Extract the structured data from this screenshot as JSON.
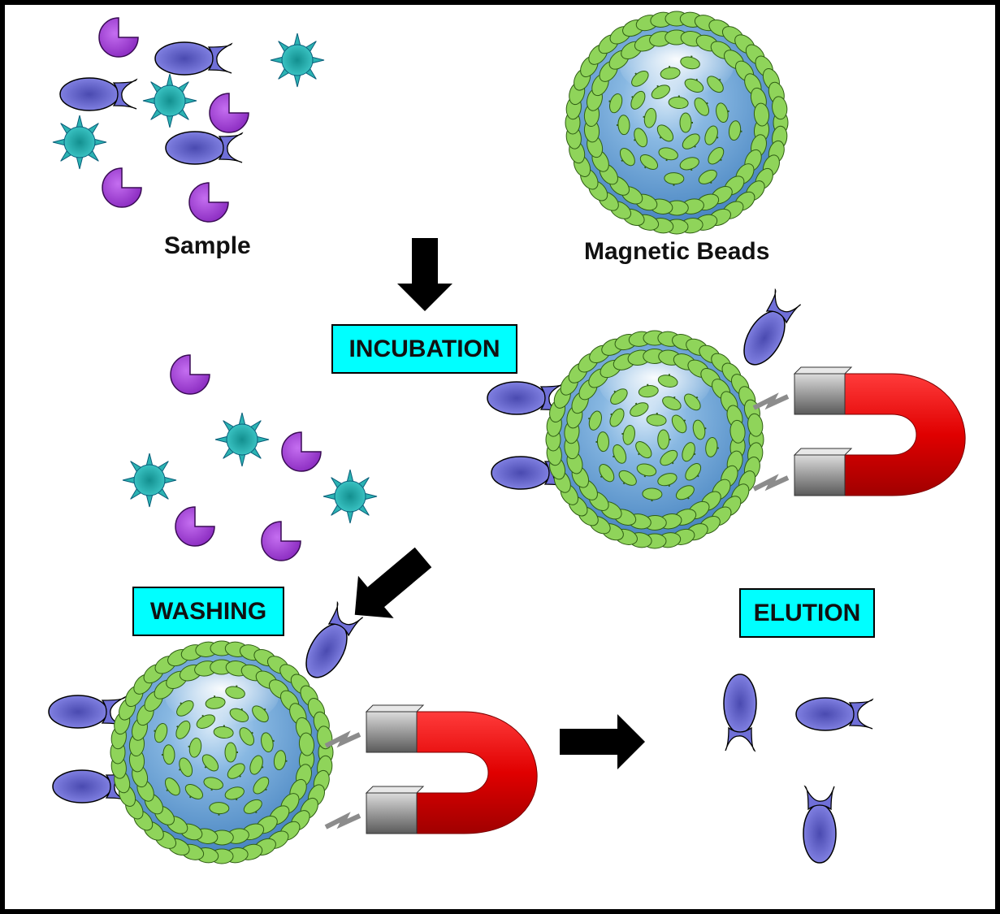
{
  "labels": {
    "sample": "Sample",
    "magnetic_beads": "Magnetic Beads"
  },
  "steps": {
    "incubation": "INCUBATION",
    "washing": "WASHING",
    "elution": "ELUTION"
  },
  "colors": {
    "target_molecule": "#6f6fd8",
    "contaminant_star": "#2bb3b3",
    "contaminant_pacman": "#9b35c9",
    "bead": "#6aa6d8",
    "ligand": "#8fd45a",
    "magnet_body": "#e60000",
    "magnet_tip": "#9a9a9a",
    "step_box": "#00ffff"
  }
}
